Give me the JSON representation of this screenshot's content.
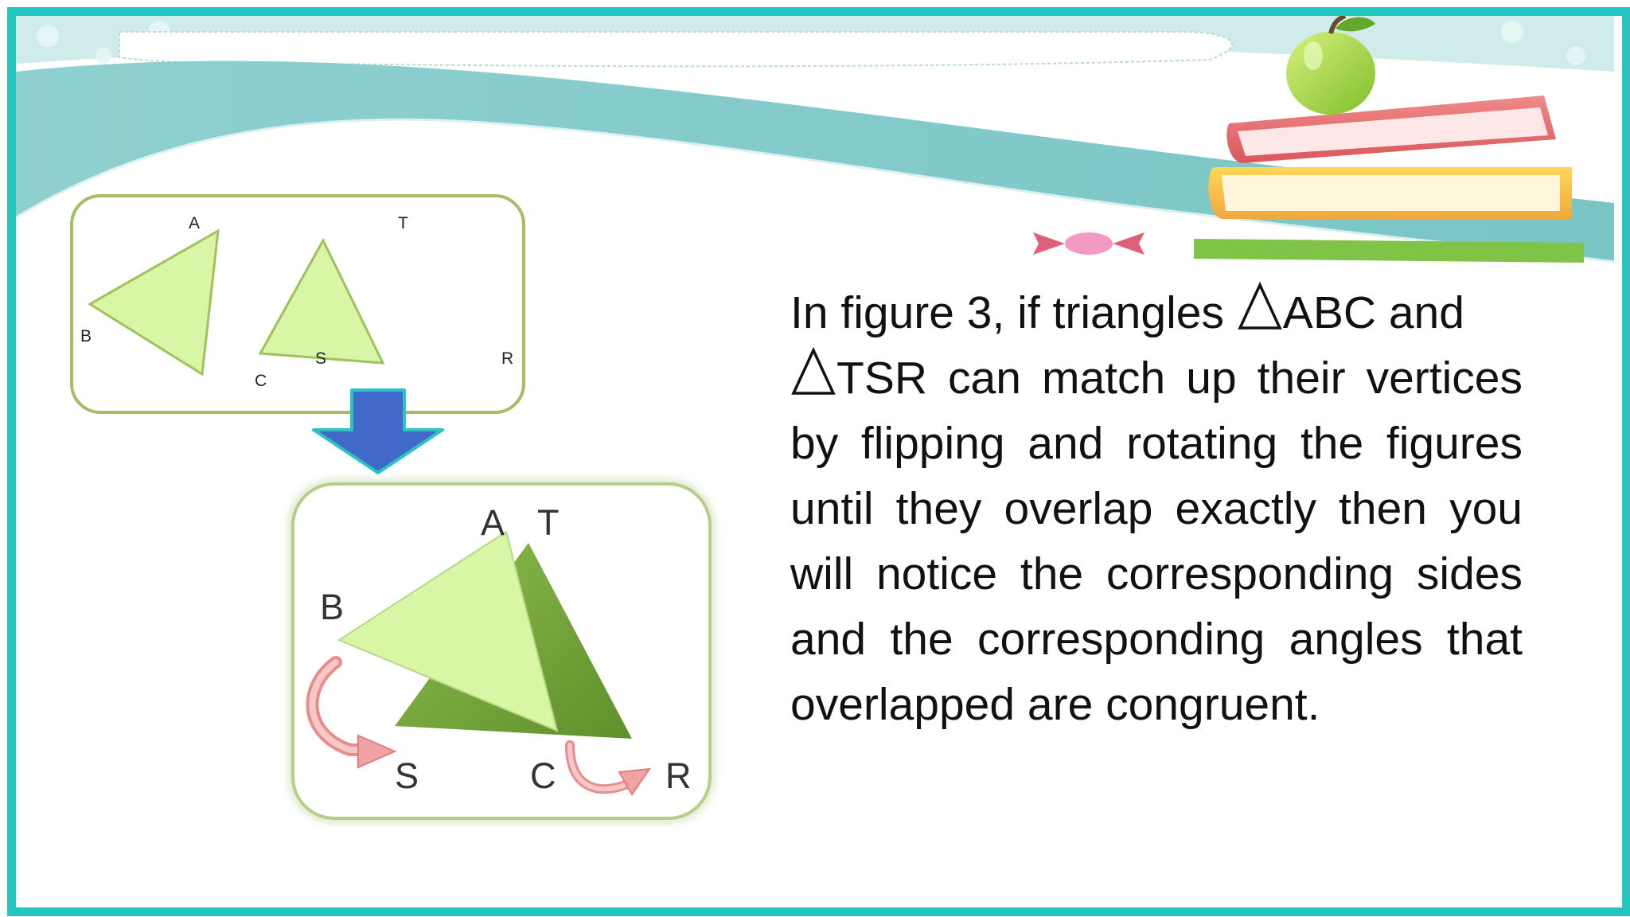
{
  "figure_top": {
    "triangle_abc": {
      "label_a": "A",
      "label_b": "B",
      "label_c": "C"
    },
    "triangle_tsr": {
      "label_t": "T",
      "label_s": "S",
      "label_r": "R"
    }
  },
  "figure_bottom": {
    "label_a": "A",
    "label_t": "T",
    "label_b": "B",
    "label_s": "S",
    "label_c": "C",
    "label_r": "R"
  },
  "paragraph": {
    "part1": "In figure 3, if triangles",
    "part2": "ABC and",
    "part3": "TSR can match up their vertices by flipping and rotating the figures until they overlap exactly then you will notice the corresponding sides and the corresponding angles that overlapped are congruent."
  },
  "colors": {
    "frame": "#25c6c0",
    "wave": "#7ec9c9",
    "triangle_light": "#d9f5a6",
    "triangle_dark": "#7eab3e",
    "arrow_down": "#4169c9",
    "arrow_down_outline": "#2ec3c3",
    "curved_arrow": "#f1a3a3"
  },
  "icons": {
    "decoration": [
      "apple-icon",
      "books-icon",
      "candy-icon"
    ],
    "arrows": [
      "down-arrow-icon",
      "curved-arrow-icon"
    ]
  }
}
